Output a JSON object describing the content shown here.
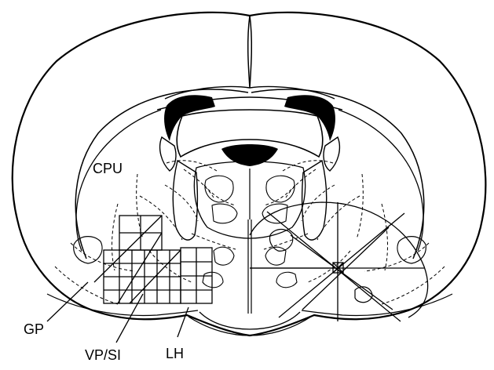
{
  "figure": {
    "labels": {
      "cpu": "CPU",
      "gp": "GP",
      "vp_si": "VP/SI",
      "lh": "LH"
    },
    "colors": {
      "ink": "#000000",
      "background": "#ffffff"
    }
  }
}
